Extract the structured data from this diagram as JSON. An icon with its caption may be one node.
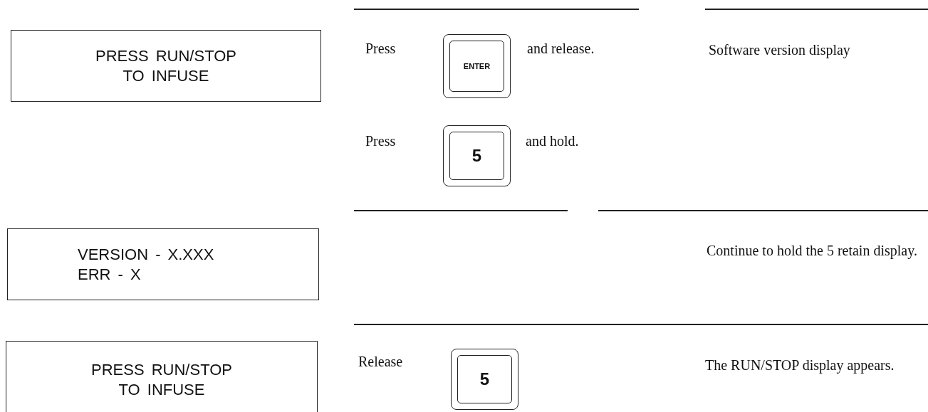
{
  "diagram": {
    "nodes": [
      {
        "text": [
          "PRESS RUN/STOP TO INFUSE"
        ]
      },
      {
        "text": [
          "ENTER"
        ]
      },
      {
        "text": [
          "5"
        ]
      },
      {
        "text": [
          "VERSION - X.XXX ERR - X"
        ]
      },
      {
        "text": [
          "PRESS RUN/STOP TO INFUSE"
        ]
      },
      {
        "text": [
          "5"
        ]
      }
    ],
    "labels": [
      "Press",
      "and release.",
      "Software version display",
      "Press",
      "and hold.",
      "Continue to hold the 5 retain display.",
      "Release",
      "The RUN/STOP display appears."
    ]
  }
}
